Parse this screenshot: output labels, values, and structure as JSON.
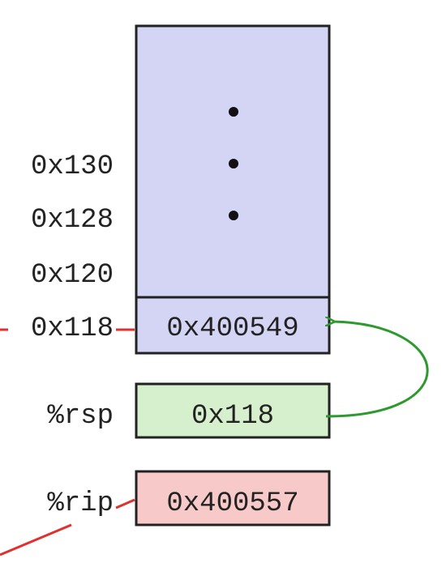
{
  "stack": {
    "ellipsis_dots": 3,
    "addresses": [
      "0x130",
      "0x128",
      "0x120",
      "0x118"
    ],
    "top_cell_value": "0x400549"
  },
  "registers": {
    "rsp": {
      "name": "%rsp",
      "value": "0x118"
    },
    "rip": {
      "name": "%rip",
      "value": "0x400557"
    }
  },
  "colors": {
    "stack_fill": "#d4d4f5",
    "rsp_fill": "#d6efcc",
    "rip_fill": "#f8c9c9",
    "pointer_line": "#e03030",
    "arrow": "#2e9a2e",
    "border": "#222222"
  }
}
